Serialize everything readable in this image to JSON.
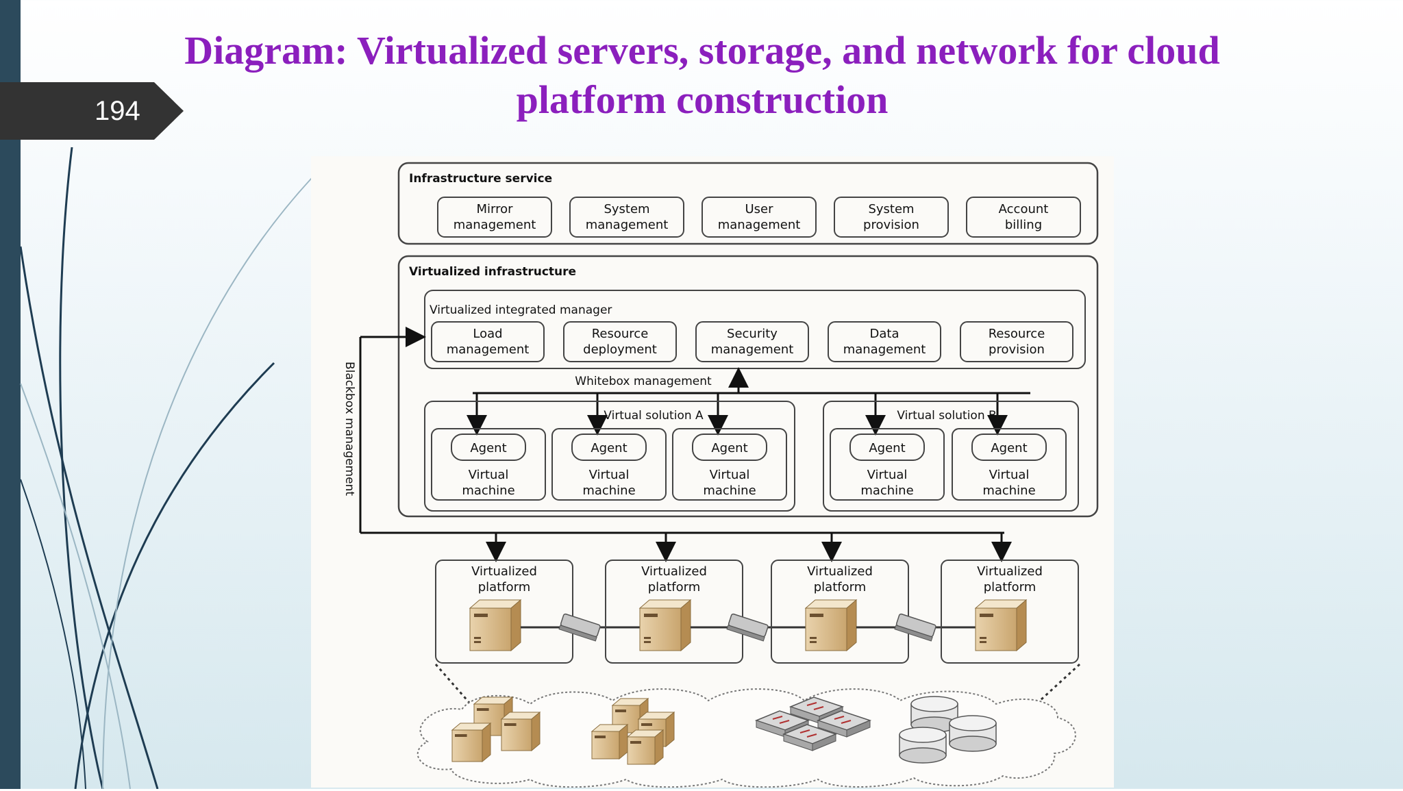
{
  "slide": {
    "number": "194"
  },
  "title": "Diagram: Virtualized servers, storage, and network for cloud platform construction",
  "theme": {
    "title_color": "#8b1fbd",
    "sidebar_color": "#2c4a5c",
    "badge_color": "#333333"
  },
  "infrastructure_service": {
    "label": "Infrastructure service",
    "modules": [
      [
        "Mirror",
        "management"
      ],
      [
        "System",
        "management"
      ],
      [
        "User",
        "management"
      ],
      [
        "System",
        "provision"
      ],
      [
        "Account",
        "billing"
      ]
    ]
  },
  "virtualized_infrastructure": {
    "label": "Virtualized infrastructure",
    "integrated_manager": {
      "label": "Virtualized integrated manager",
      "modules": [
        [
          "Load",
          "management"
        ],
        [
          "Resource",
          "deployment"
        ],
        [
          "Security",
          "management"
        ],
        [
          "Data",
          "management"
        ],
        [
          "Resource",
          "provision"
        ]
      ]
    },
    "whitebox_label": "Whitebox management",
    "solution_a": {
      "label": "Virtual solution A"
    },
    "solution_b": {
      "label": "Virtual solution B"
    },
    "vm_agent_label": "Agent",
    "vm_label": [
      "Virtual",
      "machine"
    ]
  },
  "blackbox_label": "Blackbox management",
  "platform_label": [
    "Virtualized",
    "platform"
  ],
  "platform_count": 4,
  "solution_a_vm_count": 3,
  "solution_b_vm_count": 2
}
